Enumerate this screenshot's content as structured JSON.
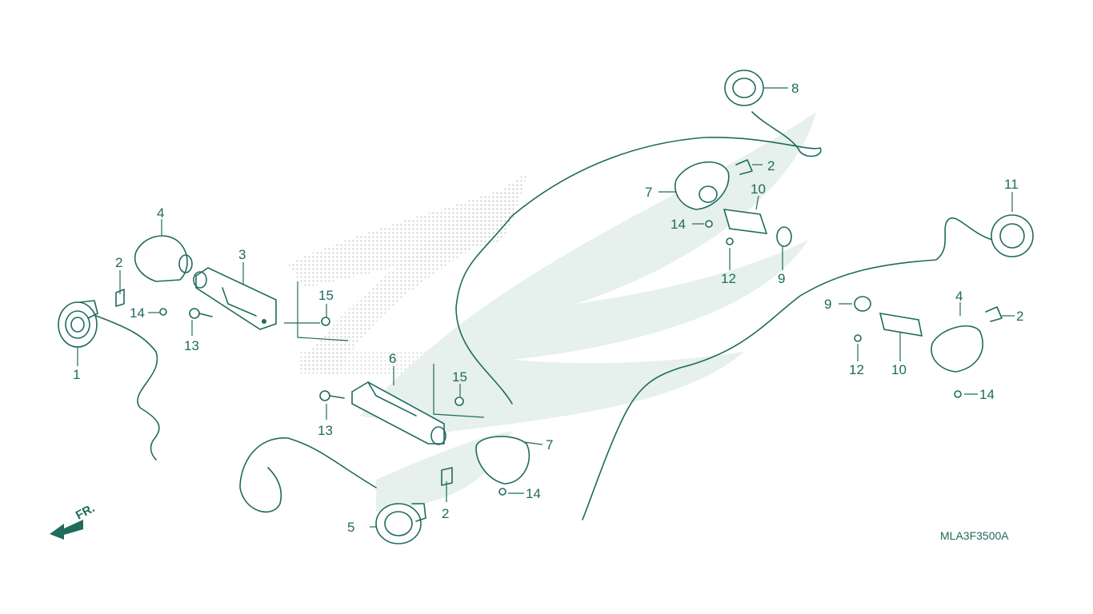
{
  "diagram": {
    "callouts": [
      "1",
      "2",
      "3",
      "4",
      "5",
      "6",
      "7",
      "8",
      "9",
      "10",
      "11",
      "12",
      "13",
      "14",
      "15"
    ],
    "direction_label": "FR.",
    "code": "MLA3F3500A",
    "colors": {
      "line": "#1f6b5c",
      "watermark": "#e6f0ec",
      "dots": "#b9b9b9"
    }
  }
}
